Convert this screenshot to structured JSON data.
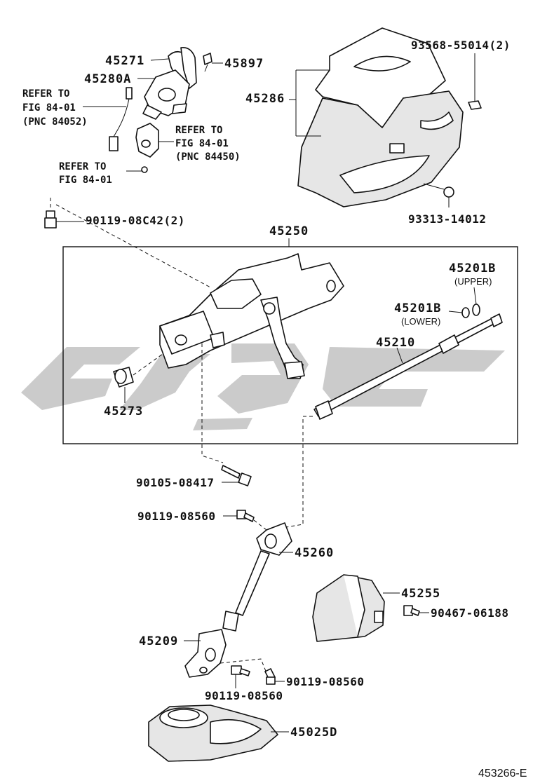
{
  "diagram": {
    "parts": [
      {
        "id": "p45271",
        "label": "45271"
      },
      {
        "id": "p45897",
        "label": "45897"
      },
      {
        "id": "p45280a",
        "label": "45280A"
      },
      {
        "id": "p45286",
        "label": "45286"
      },
      {
        "id": "p93568",
        "label": "93568-55014(2)"
      },
      {
        "id": "p93313",
        "label": "93313-14012"
      },
      {
        "id": "p90119c42",
        "label": "90119-08C42(2)"
      },
      {
        "id": "p45250",
        "label": "45250"
      },
      {
        "id": "p45201b_u",
        "label": "45201B"
      },
      {
        "id": "p45201b_l",
        "label": "45201B"
      },
      {
        "id": "p45210",
        "label": "45210"
      },
      {
        "id": "p45273",
        "label": "45273"
      },
      {
        "id": "p90105",
        "label": "90105-08417"
      },
      {
        "id": "p90119a",
        "label": "90119-08560"
      },
      {
        "id": "p45260",
        "label": "45260"
      },
      {
        "id": "p45255",
        "label": "45255"
      },
      {
        "id": "p90467",
        "label": "90467-06188"
      },
      {
        "id": "p45209",
        "label": "45209"
      },
      {
        "id": "p90119b",
        "label": "90119-08560"
      },
      {
        "id": "p90119c",
        "label": "90119-08560"
      },
      {
        "id": "p45025d",
        "label": "45025D"
      }
    ],
    "qualifiers": {
      "upper": "(UPPER)",
      "lower": "(LOWER)"
    },
    "references": {
      "ref1": {
        "line1": "REFER TO",
        "line2": "FIG 84-01",
        "line3": "(PNC 84052)"
      },
      "ref2": {
        "line1": "REFER TO",
        "line2": "FIG 84-01",
        "line3": "(PNC 84450)"
      },
      "ref3": {
        "line1": "REFER TO",
        "line2": "FIG 84-01"
      }
    },
    "drawing_code": "453266-E"
  }
}
